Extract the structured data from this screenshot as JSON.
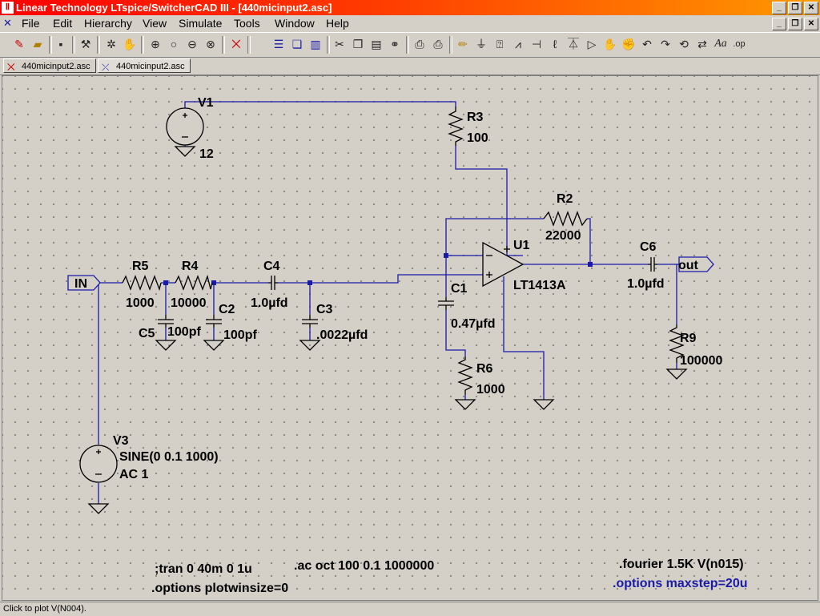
{
  "window": {
    "title": "Linear Technology LTspice/SwitcherCAD III - [440micinput2.asc]",
    "min_glyph": "_",
    "restore_glyph": "❐",
    "close_glyph": "✕"
  },
  "menu": {
    "items": [
      {
        "label": "File"
      },
      {
        "label": "Edit"
      },
      {
        "label": "Hierarchy"
      },
      {
        "label": "View"
      },
      {
        "label": "Simulate"
      },
      {
        "label": "Tools"
      },
      {
        "label": "Window"
      },
      {
        "label": "Help"
      }
    ]
  },
  "toolbar": {
    "icons": [
      "new-schematic-icon",
      "open-icon",
      "save-icon",
      "control-panel-icon",
      "run-icon",
      "pan-icon",
      "zoom-in-icon",
      "zoom-area-icon",
      "zoom-out-icon",
      "zoom-fit-icon",
      "waveform-icon",
      "tile-horizontal-icon",
      "cascade-icon",
      "tile-vertical-icon",
      "cut-icon",
      "copy-icon",
      "paste-icon",
      "find-icon",
      "print-setup-icon",
      "print-icon",
      "wire-icon",
      "ground-icon",
      "label-net-icon",
      "resistor-icon",
      "capacitor-icon",
      "inductor-icon",
      "diode-icon",
      "component-icon",
      "move-icon",
      "drag-icon",
      "undo-icon",
      "redo-icon",
      "rotate-icon",
      "mirror-icon",
      "text-icon",
      "spice-directive-icon"
    ]
  },
  "tabs": [
    {
      "label": "440micinput2.asc",
      "icon": "waveform-icon"
    },
    {
      "label": "440micinput2.asc",
      "icon": "schematic-icon"
    }
  ],
  "schematic": {
    "components": {
      "V1": {
        "ref": "V1",
        "value": "12"
      },
      "R3": {
        "ref": "R3",
        "value": "100"
      },
      "R2": {
        "ref": "R2",
        "value": "22000"
      },
      "U1": {
        "ref": "U1",
        "value": "LT1413A"
      },
      "C6": {
        "ref": "C6",
        "value": "1.0µfd"
      },
      "R5": {
        "ref": "R5",
        "value": "1000"
      },
      "R4": {
        "ref": "R4",
        "value": "10000"
      },
      "C4": {
        "ref": "C4",
        "value": "1.0µfd"
      },
      "C5": {
        "ref": "C5",
        "value": "100pf"
      },
      "C2": {
        "ref": "C2",
        "value": "100pf"
      },
      "C3": {
        "ref": "C3",
        "value": ".0022µfd"
      },
      "C1": {
        "ref": "C1",
        "value": "0.47µfd"
      },
      "R6": {
        "ref": "R6",
        "value": "1000"
      },
      "R9": {
        "ref": "R9",
        "value": "100000"
      },
      "V3": {
        "ref": "V3",
        "value_line1": "SINE(0 0.1 1000)",
        "value_line2": "AC 1"
      }
    },
    "net_labels": {
      "in": "IN",
      "out": "out"
    },
    "directives": {
      "tran": ";tran 0 40m 0 1u",
      "ac": ".ac oct 100 0.1 1000000",
      "options_plot": ".options plotwinsize=0",
      "fourier": ".fourier 1.5K V(n015)",
      "options_step": ".options maxstep=20u"
    },
    "colors": {
      "wire": "#1a1aa8",
      "junction": "#1a1aa8",
      "component": "#000000",
      "directive_blue": "#1a1aa8"
    }
  },
  "status": {
    "text": "Click to plot V(N004)."
  }
}
